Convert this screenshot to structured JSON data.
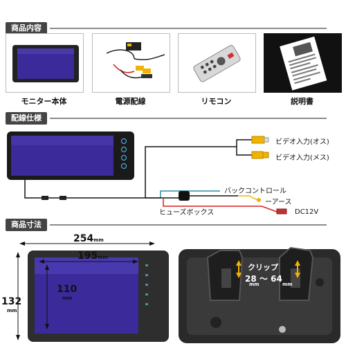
{
  "sections": {
    "contents": "商品内容",
    "wiring": "配線仕様",
    "dimensions": "商品寸法"
  },
  "items": [
    {
      "label": "モニター本体"
    },
    {
      "label": "電源配線"
    },
    {
      "label": "リモコン"
    },
    {
      "label": "説明書"
    }
  ],
  "wiring_labels": {
    "video_in_male": "ビデオ入力(オス)",
    "video_in_female": "ビデオ入力(メス)",
    "back_control": "バックコントロール",
    "earth": "ーアース",
    "fuse_box": "ヒューズボックス",
    "dc": "DC12V"
  },
  "dimensions": {
    "total_width": "254",
    "screen_width": "195",
    "screen_height": "110",
    "total_height": "132",
    "unit": "mm",
    "clip_label": "クリップ",
    "clip_range_min": "28",
    "clip_range_sep": "～",
    "clip_range_max": "64"
  },
  "colors": {
    "header_bg": "#444444",
    "screen": "#3b2a9a",
    "wire_red": "#d81e1e",
    "wire_yellow": "#f0b400",
    "wire_teal": "#2a8fa0"
  }
}
